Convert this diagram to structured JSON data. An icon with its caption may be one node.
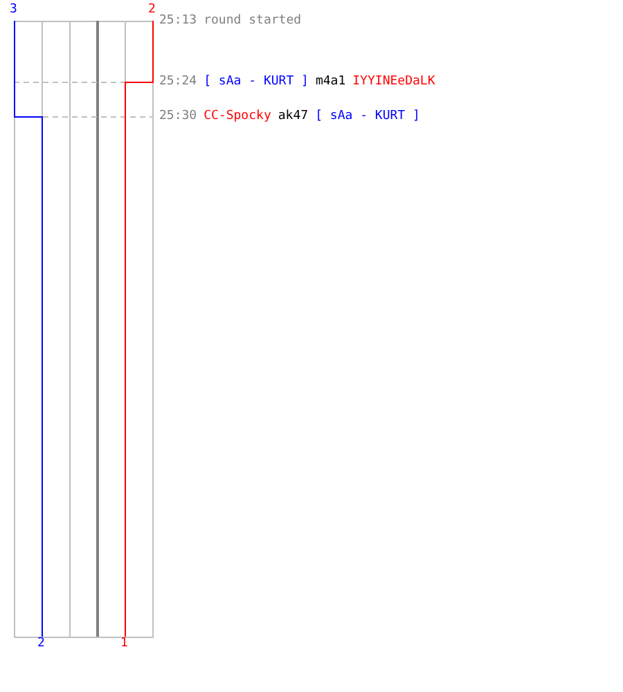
{
  "diagram": {
    "labels": [
      "3",
      "2",
      "25:13",
      "round started",
      "25:24",
      "[ sAa - KURT ]",
      "m4a1",
      "IYYINEeDaLK",
      "25:30",
      "CC-Spocky",
      "ak47",
      "[ sAa - KURT ]",
      "2",
      "1"
    ]
  }
}
